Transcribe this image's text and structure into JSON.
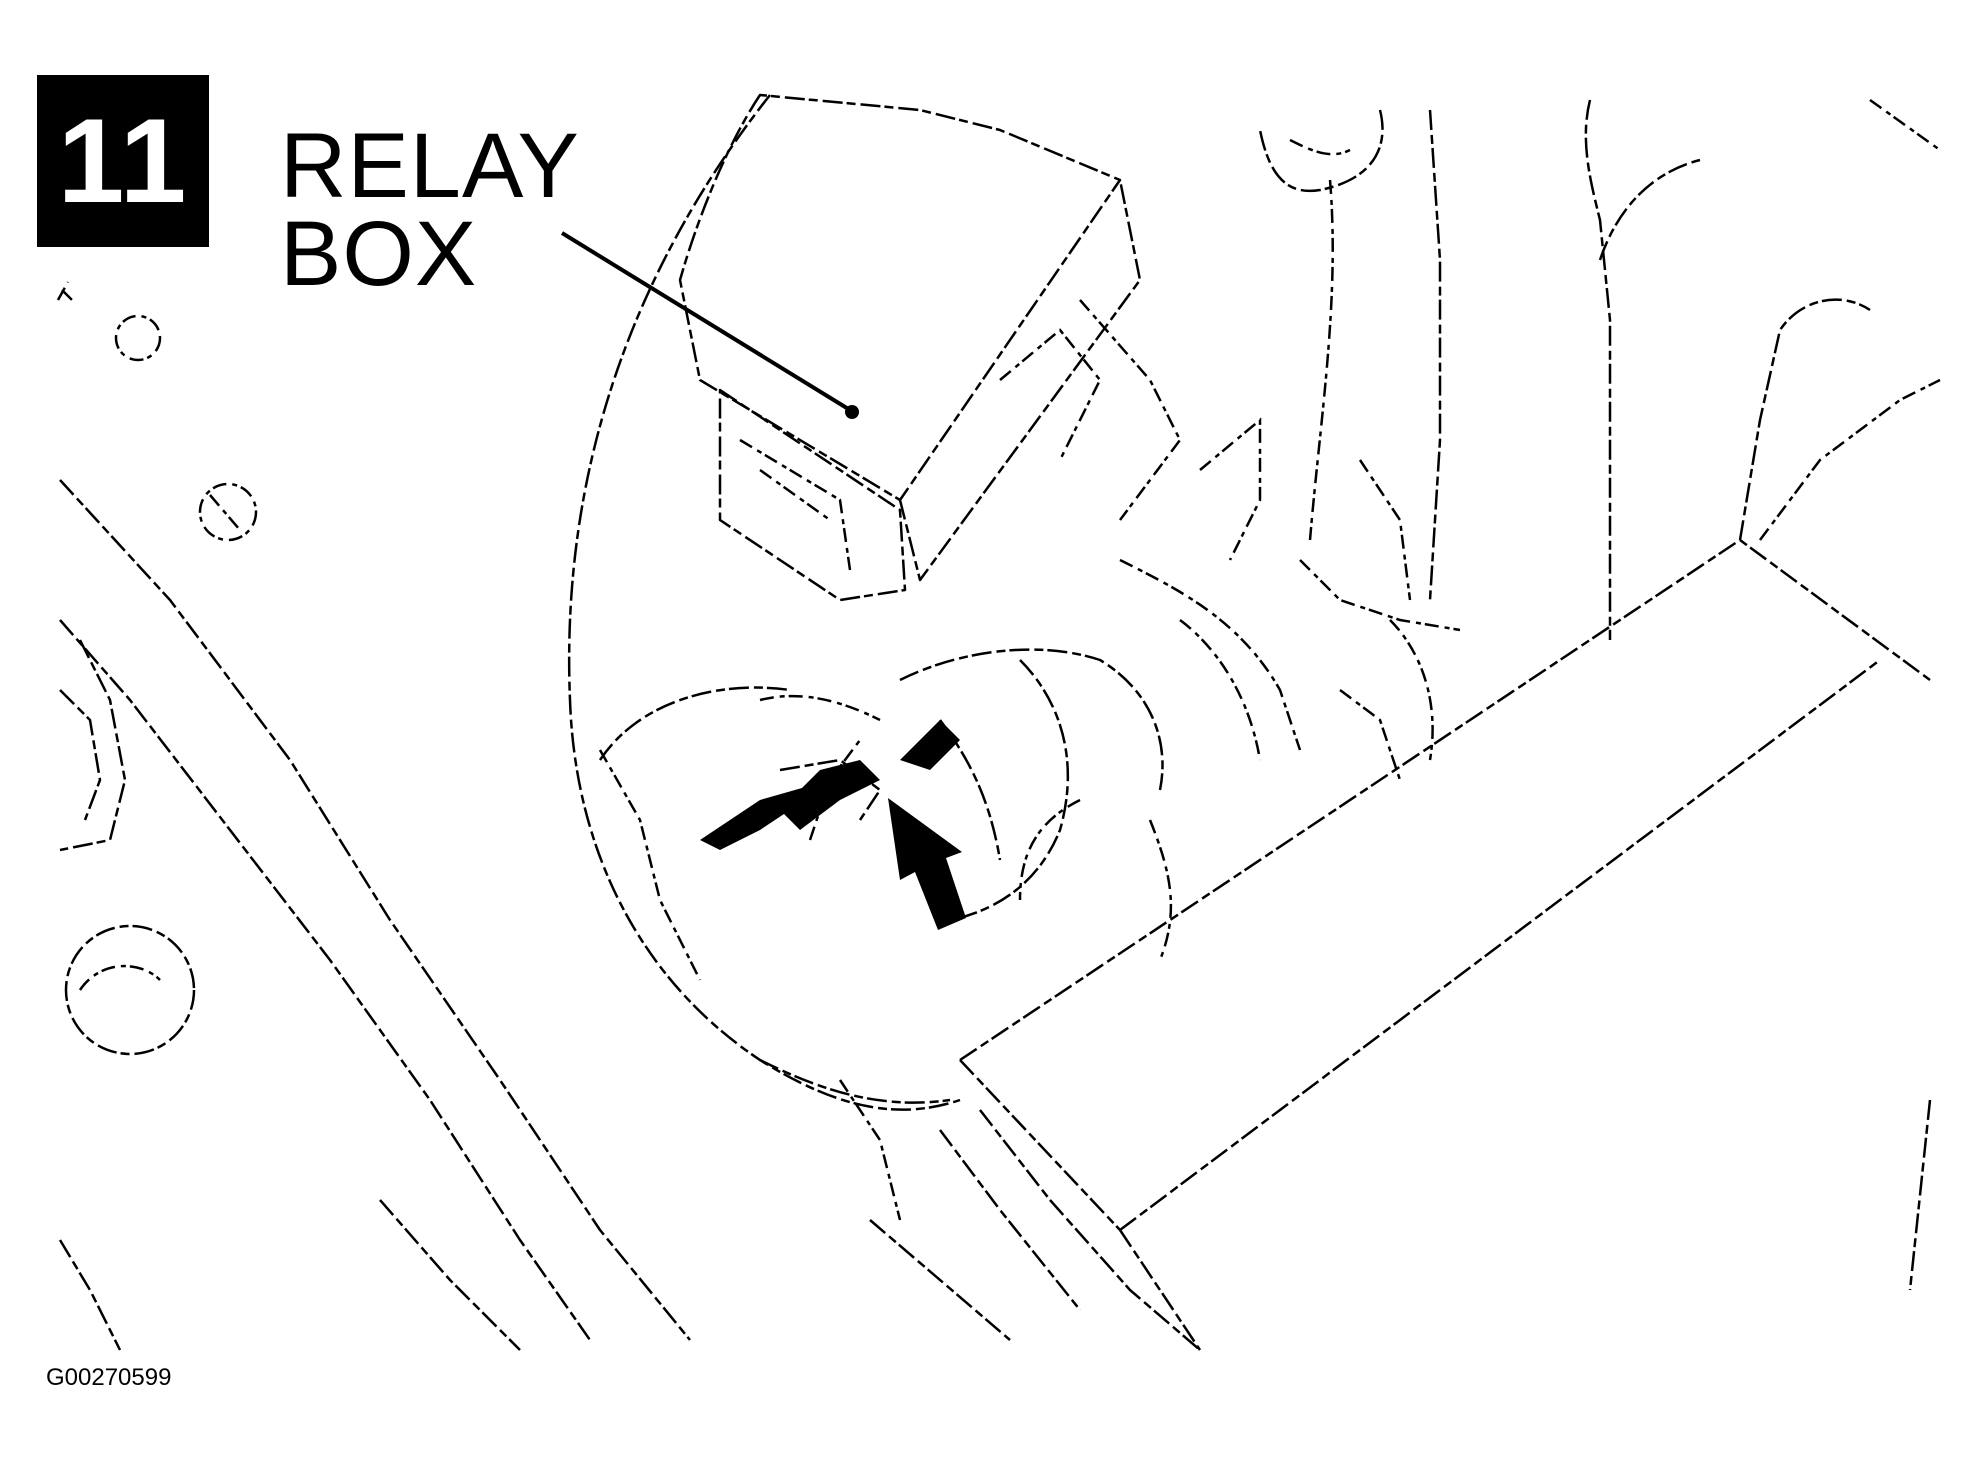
{
  "step": {
    "number": "11"
  },
  "callout": {
    "line1": "RELAY",
    "line2": "BOX"
  },
  "figure": {
    "id": "G00270599"
  }
}
